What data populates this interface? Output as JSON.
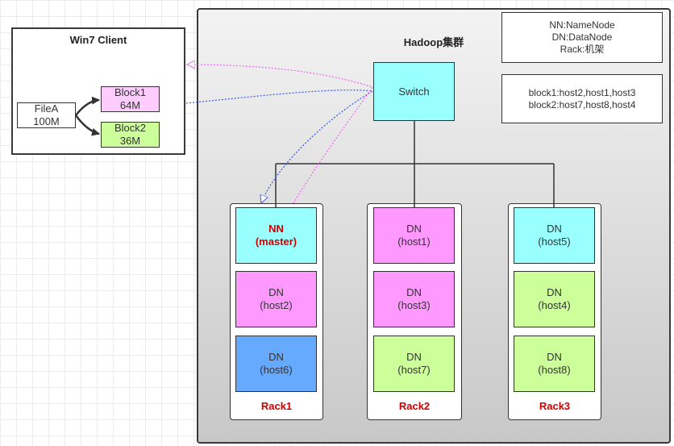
{
  "cluster": {
    "title": "Hadoop集群"
  },
  "client": {
    "title": "Win7 Client",
    "file": {
      "name": "FileA",
      "size": "100M"
    },
    "blocks": [
      {
        "name": "Block1",
        "size": "64M"
      },
      {
        "name": "Block2",
        "size": "36M"
      }
    ]
  },
  "switch": {
    "label": "Switch"
  },
  "legend": {
    "lines": [
      "NN:NameNode",
      "DN:DataNode",
      "Rack:机架"
    ]
  },
  "placement": {
    "lines": [
      "block1:host2,host1,host3",
      "block2:host7,host8,host4"
    ]
  },
  "racks": [
    {
      "label": "Rack1",
      "nodes": [
        {
          "role": "NN",
          "host": "(master)"
        },
        {
          "role": "DN",
          "host": "(host2)"
        },
        {
          "role": "DN",
          "host": "(host6)"
        }
      ]
    },
    {
      "label": "Rack2",
      "nodes": [
        {
          "role": "DN",
          "host": "(host1)"
        },
        {
          "role": "DN",
          "host": "(host3)"
        },
        {
          "role": "DN",
          "host": "(host7)"
        }
      ]
    },
    {
      "label": "Rack3",
      "nodes": [
        {
          "role": "DN",
          "host": "(host5)"
        },
        {
          "role": "DN",
          "host": "(host4)"
        },
        {
          "role": "DN",
          "host": "(host8)"
        }
      ]
    }
  ],
  "colors": {
    "namenode": "#99ffff",
    "block1_host": "#ff99ff",
    "block1_client": "#ffccff",
    "block2": "#ccff99",
    "other": "#66aaff",
    "rack_label": "#d00000",
    "link_blue": "#3355ee",
    "link_pink": "#ee66ee"
  }
}
